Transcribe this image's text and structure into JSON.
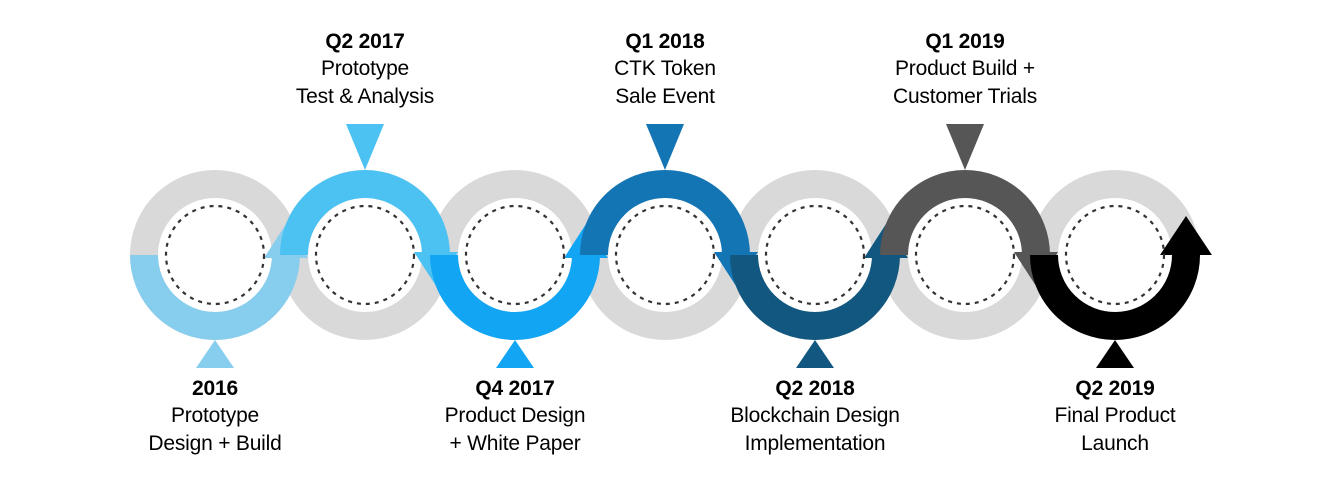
{
  "diagram": {
    "type": "serpentine-roadmap-timeline",
    "background_color": "#ffffff",
    "ring_color": "#d9d9d9",
    "inner_dotted_circle_color": "#333333",
    "ring_count": 7,
    "milestone_count": 6
  },
  "milestones": [
    {
      "id": "m1",
      "title": "2016",
      "line1": "Prototype",
      "line2": "Design + Build",
      "position": "bottom",
      "color": "#87cdee",
      "marker": "up-triangle"
    },
    {
      "id": "m2",
      "title": "Q2 2017",
      "line1": "Prototype",
      "line2": "Test & Analysis",
      "position": "top",
      "color": "#4cc2f2",
      "marker": "down-triangle"
    },
    {
      "id": "m3",
      "title": "Q4 2017",
      "line1": "Product Design",
      "line2": "+ White Paper",
      "position": "bottom",
      "color": "#12a5f4",
      "marker": "up-triangle"
    },
    {
      "id": "m4",
      "title": "Q1 2018",
      "line1": "CTK Token",
      "line2": "Sale Event",
      "position": "top",
      "color": "#1475b5",
      "marker": "down-triangle"
    },
    {
      "id": "m5",
      "title": "Q2 2018",
      "line1": "Blockchain Design",
      "line2": "Implementation",
      "position": "bottom",
      "color": "#11577f",
      "marker": "up-triangle"
    },
    {
      "id": "m6",
      "title": "Q1 2019",
      "line1": "Product Build +",
      "line2": "Customer Trials",
      "position": "top",
      "color": "#565656",
      "marker": "down-triangle"
    },
    {
      "id": "m7",
      "title": "Q2 2019",
      "line1": "Final Product",
      "line2": "Launch",
      "position": "bottom",
      "color": "#000000",
      "marker": "up-triangle"
    }
  ]
}
